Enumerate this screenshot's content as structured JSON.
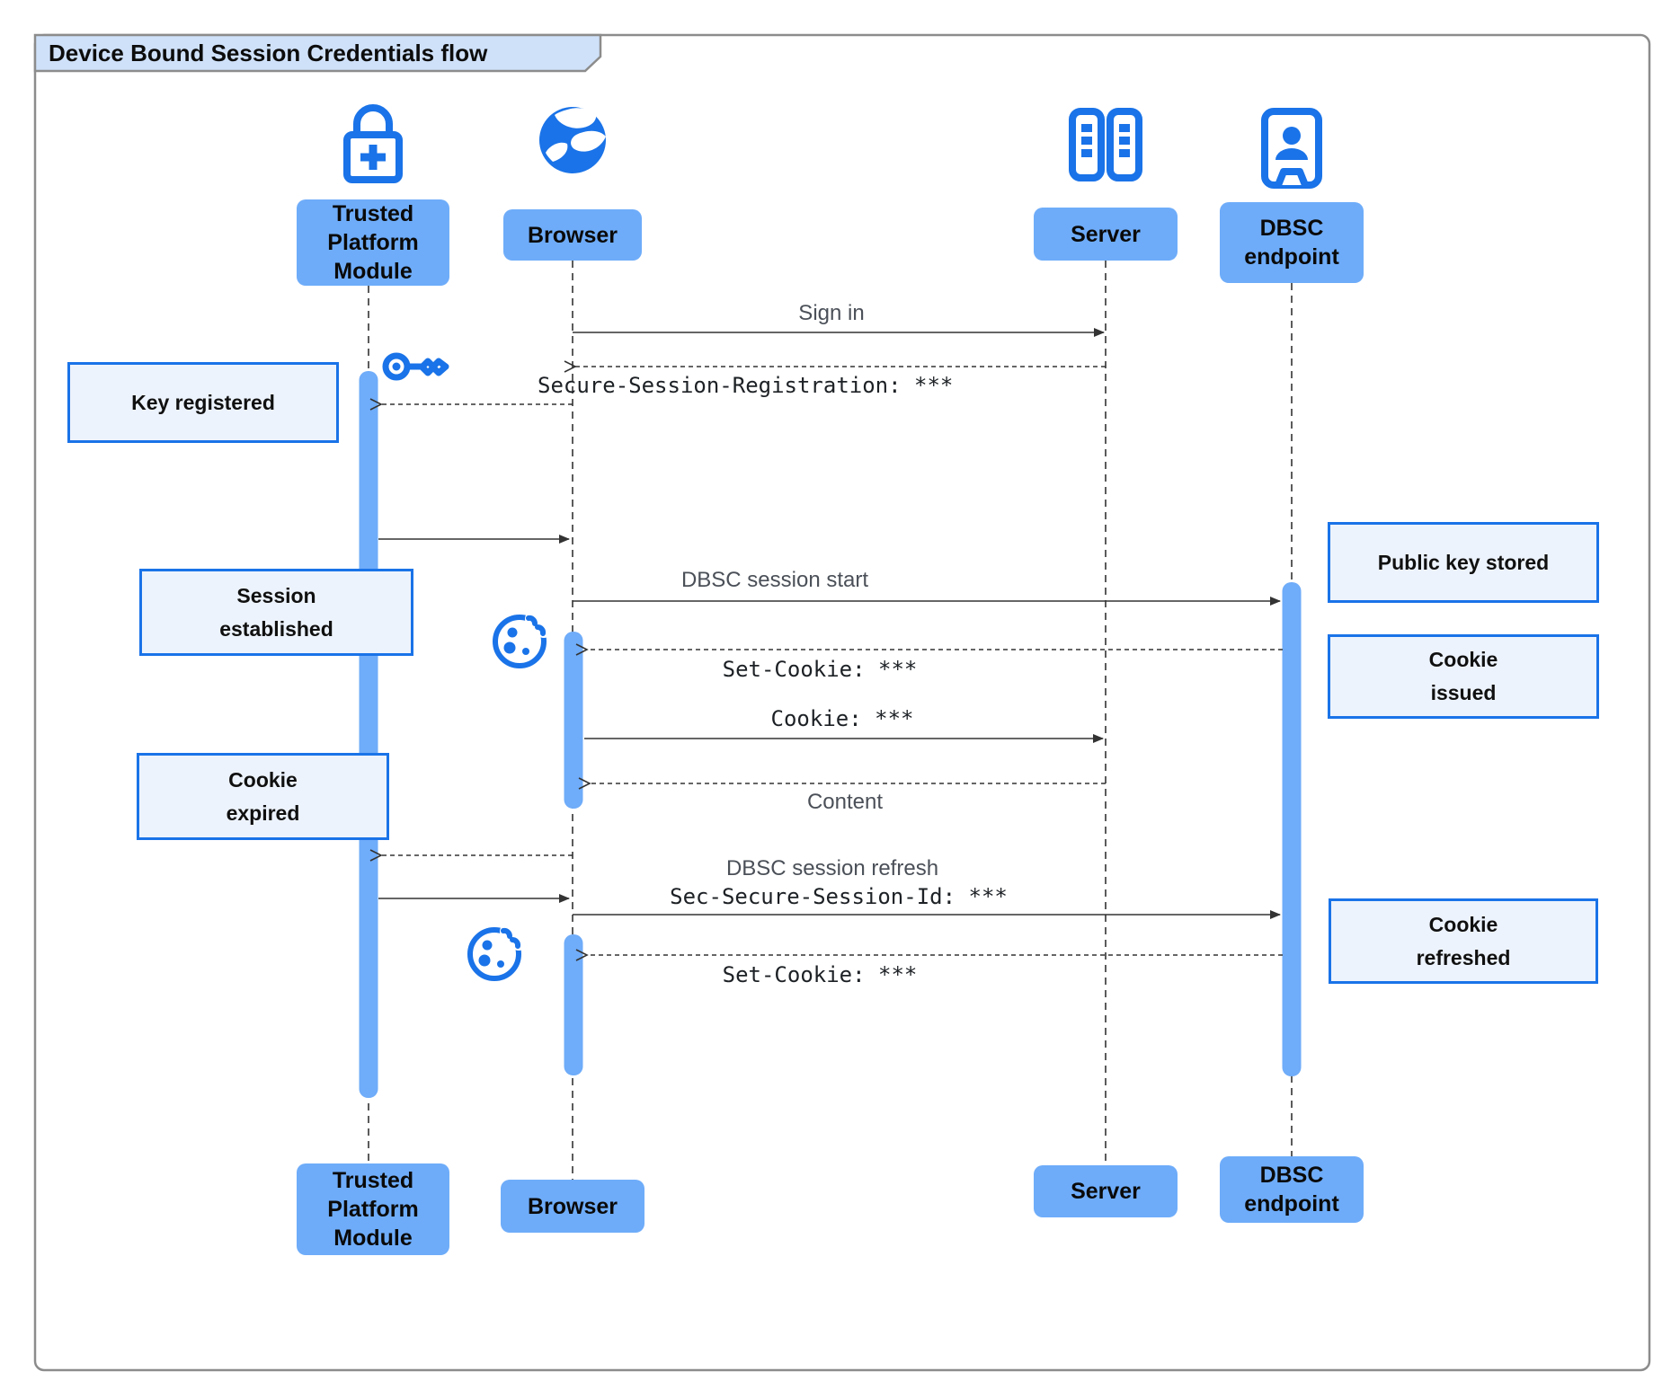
{
  "title": "Device Bound Session Credentials flow",
  "actors": [
    {
      "id": "tpm",
      "label": "Trusted Platform Module",
      "icon": "lock-plus-icon"
    },
    {
      "id": "browser",
      "label": "Browser",
      "icon": "globe-icon"
    },
    {
      "id": "server",
      "label": "Server",
      "icon": "server-rack-icon"
    },
    {
      "id": "dbsc",
      "label": "DBSC endpoint",
      "icon": "person-badge-icon"
    }
  ],
  "messages": [
    {
      "label": "Sign in",
      "style": "plain",
      "from": "browser",
      "to": "server"
    },
    {
      "label": "Secure-Session-Registration: ***",
      "style": "mono",
      "from": "server",
      "to": "browser"
    },
    {
      "label": "DBSC session start",
      "style": "plain",
      "from": "browser",
      "to": "dbsc"
    },
    {
      "label": "Set-Cookie: ***",
      "style": "mono",
      "from": "dbsc",
      "to": "browser"
    },
    {
      "label": "Cookie: ***",
      "style": "mono",
      "from": "browser",
      "to": "server"
    },
    {
      "label": "Content",
      "style": "plain",
      "from": "server",
      "to": "browser"
    },
    {
      "label": "DBSC session refresh",
      "style": "plain",
      "from": "browser",
      "to": "dbsc"
    },
    {
      "label": "Sec-Secure-Session-Id: ***",
      "style": "mono",
      "from": "browser",
      "to": "dbsc"
    },
    {
      "label": "Set-Cookie: ***",
      "style": "mono",
      "from": "dbsc",
      "to": "browser"
    }
  ],
  "notes": {
    "left": [
      "Key registered",
      "Session established",
      "Cookie expired"
    ],
    "right": [
      "Public key stored",
      "Cookie issued",
      "Cookie refreshed"
    ]
  },
  "decorative_icons": [
    "key-icon",
    "cookie-icon",
    "cookie-icon"
  ],
  "colors": {
    "icon_blue": "#1a73e8",
    "actor_box_fill": "#6eacf9",
    "activation_bar_fill": "#6facf9",
    "note_fill": "#edf3fc",
    "note_border": "#1a73e8",
    "title_tab_fill": "#cfe1f9",
    "frame_border": "#8c8c8c",
    "line_color": "#333333"
  }
}
